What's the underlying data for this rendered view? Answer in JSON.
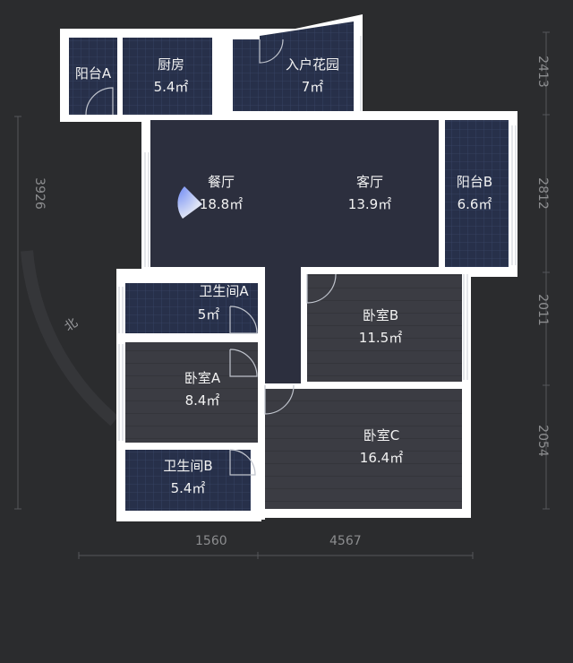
{
  "rooms": {
    "balcony_a": {
      "name": "阳台A",
      "area": ""
    },
    "kitchen": {
      "name": "厨房",
      "area": "5.4㎡"
    },
    "entry_garden": {
      "name": "入户花园",
      "area": "7㎡"
    },
    "dining": {
      "name": "餐厅",
      "area": "18.8㎡"
    },
    "living": {
      "name": "客厅",
      "area": "13.9㎡"
    },
    "balcony_b": {
      "name": "阳台B",
      "area": "6.6㎡"
    },
    "bath_a": {
      "name": "卫生间A",
      "area": "5㎡"
    },
    "bedroom_b": {
      "name": "卧室B",
      "area": "11.5㎡"
    },
    "bedroom_a": {
      "name": "卧室A",
      "area": "8.4㎡"
    },
    "bedroom_c": {
      "name": "卧室C",
      "area": "16.4㎡"
    },
    "bath_b": {
      "name": "卫生间B",
      "area": "5.4㎡"
    }
  },
  "dimensions": {
    "right_top": "2413",
    "right_mid": "2812",
    "right_lower": "2011",
    "right_bottom": "2054",
    "left": "3926",
    "bottom_left": "1560",
    "bottom_right": "4567"
  },
  "compass": {
    "label": "北"
  },
  "colors": {
    "background": "#2b2c2e",
    "wall": "#ffffff",
    "room_dark": "#2c3144",
    "room_grid": "#2a3550",
    "bedroom": "#3a3b42",
    "accent": "#4a6cff"
  }
}
